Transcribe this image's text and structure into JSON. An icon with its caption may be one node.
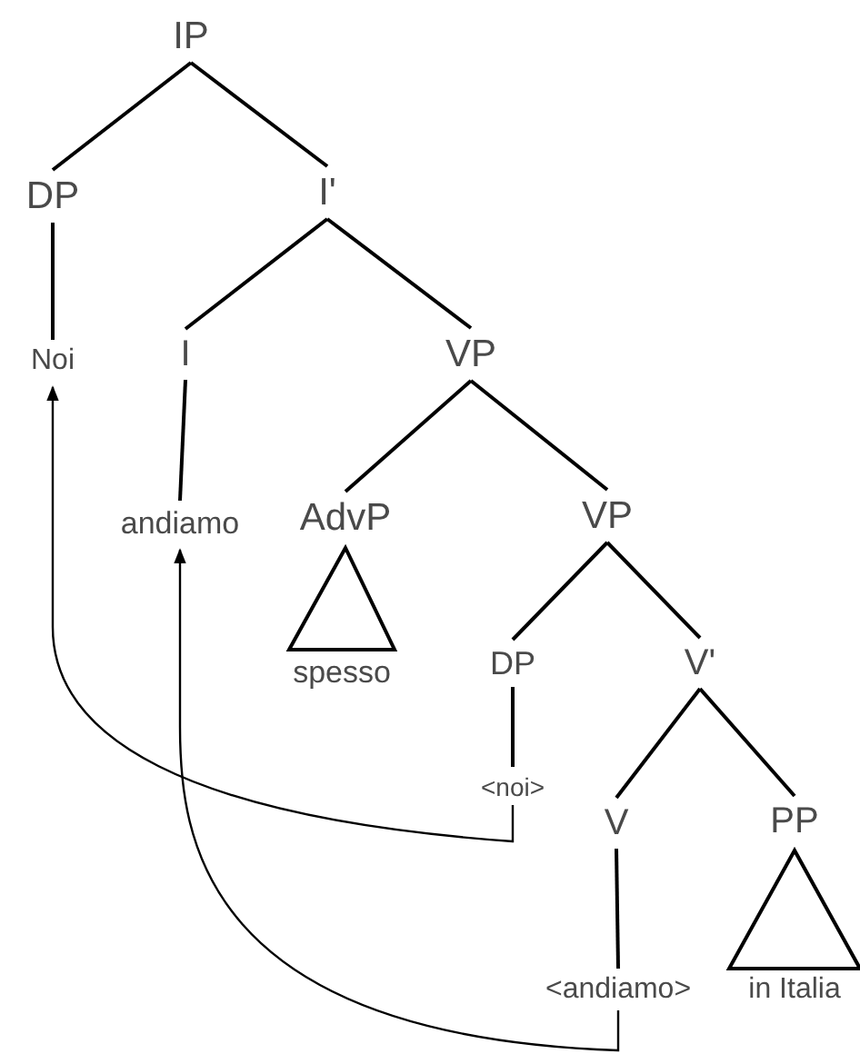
{
  "diagram": {
    "nodes": [
      {
        "text": [
          "IP"
        ]
      },
      {
        "text": [
          "DP"
        ]
      },
      {
        "text": [
          "I'"
        ]
      },
      {
        "text": [
          "Noi"
        ]
      },
      {
        "text": [
          "I"
        ]
      },
      {
        "text": [
          "VP"
        ]
      },
      {
        "text": [
          "andiamo"
        ]
      },
      {
        "text": [
          "AdvP"
        ]
      },
      {
        "text": [
          "VP"
        ]
      },
      {
        "text": [
          "spesso"
        ]
      },
      {
        "text": [
          "DP"
        ]
      },
      {
        "text": [
          "V'"
        ]
      },
      {
        "text": [
          "<noi>"
        ]
      },
      {
        "text": [
          "V"
        ]
      },
      {
        "text": [
          "PP"
        ]
      },
      {
        "text": [
          "<andiamo>"
        ]
      },
      {
        "text": [
          "in Italia"
        ]
      }
    ],
    "edges": [
      {
        "from": 0,
        "to": 1,
        "arrow": "none"
      },
      {
        "from": 0,
        "to": 2,
        "arrow": "none"
      },
      {
        "from": 1,
        "to": 3,
        "arrow": "none"
      },
      {
        "from": 2,
        "to": 4,
        "arrow": "none"
      },
      {
        "from": 2,
        "to": 5,
        "arrow": "none"
      },
      {
        "from": 4,
        "to": 6,
        "arrow": "none"
      },
      {
        "from": 5,
        "to": 7,
        "arrow": "none"
      },
      {
        "from": 5,
        "to": 8,
        "arrow": "none"
      },
      {
        "from": 7,
        "to": 9,
        "arrow": "none"
      },
      {
        "from": 8,
        "to": 10,
        "arrow": "none"
      },
      {
        "from": 8,
        "to": 11,
        "arrow": "none"
      },
      {
        "from": 10,
        "to": 12,
        "arrow": "none"
      },
      {
        "from": 11,
        "to": 13,
        "arrow": "none"
      },
      {
        "from": 11,
        "to": 14,
        "arrow": "none"
      },
      {
        "from": 13,
        "to": 15,
        "arrow": "none"
      },
      {
        "from": 14,
        "to": 16,
        "arrow": "none"
      },
      {
        "from": 12,
        "to": 3,
        "arrow": "to"
      },
      {
        "from": 15,
        "to": 6,
        "arrow": "to"
      }
    ]
  }
}
